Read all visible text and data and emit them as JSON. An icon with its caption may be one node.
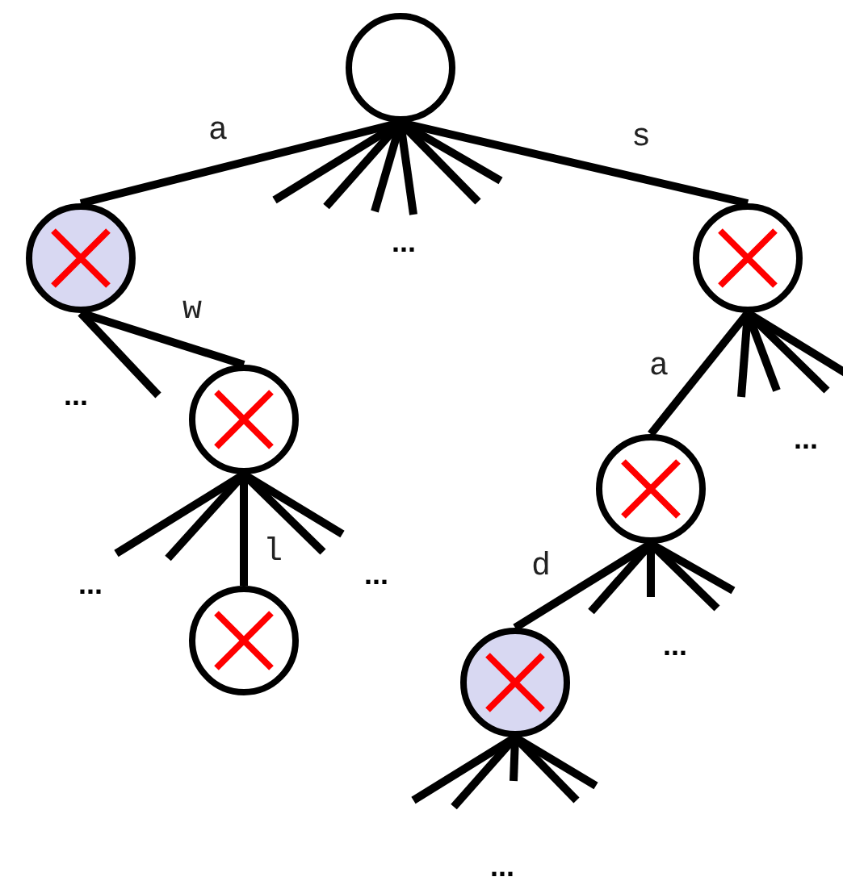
{
  "diagram": {
    "nodes": [
      {
        "text": [],
        "shape": "circle"
      },
      {
        "text": [],
        "shape": "circle"
      },
      {
        "text": [],
        "shape": "circle"
      },
      {
        "text": [],
        "shape": "circle"
      },
      {
        "text": [],
        "shape": "circle"
      },
      {
        "text": [],
        "shape": "circle"
      },
      {
        "text": [],
        "shape": "circle"
      }
    ],
    "edges": [
      {
        "from": 0,
        "to": 1,
        "arrow": "none",
        "label": "a"
      },
      {
        "from": 0,
        "to": 4,
        "arrow": "none",
        "label": "s"
      },
      {
        "from": 1,
        "to": 2,
        "arrow": "none",
        "label": "w"
      },
      {
        "from": 2,
        "to": 3,
        "arrow": "none",
        "label": "l"
      },
      {
        "from": 4,
        "to": 5,
        "arrow": "none",
        "label": "a"
      },
      {
        "from": 5,
        "to": 6,
        "arrow": "none",
        "label": "d"
      },
      {
        "from": 0,
        "to": null,
        "arrow": "none"
      },
      {
        "from": 0,
        "to": null,
        "arrow": "none"
      },
      {
        "from": 0,
        "to": null,
        "arrow": "none"
      },
      {
        "from": 0,
        "to": null,
        "arrow": "none"
      },
      {
        "from": 0,
        "to": null,
        "arrow": "none"
      },
      {
        "from": 0,
        "to": null,
        "arrow": "none"
      },
      {
        "from": 1,
        "to": null,
        "arrow": "none"
      },
      {
        "from": 2,
        "to": null,
        "arrow": "none"
      },
      {
        "from": 2,
        "to": null,
        "arrow": "none"
      },
      {
        "from": 2,
        "to": null,
        "arrow": "none"
      },
      {
        "from": 2,
        "to": null,
        "arrow": "none"
      },
      {
        "from": 4,
        "to": null,
        "arrow": "none"
      },
      {
        "from": 4,
        "to": null,
        "arrow": "none"
      },
      {
        "from": 4,
        "to": null,
        "arrow": "none"
      },
      {
        "from": 4,
        "to": null,
        "arrow": "none"
      },
      {
        "from": 5,
        "to": null,
        "arrow": "none"
      },
      {
        "from": 5,
        "to": null,
        "arrow": "none"
      },
      {
        "from": 5,
        "to": null,
        "arrow": "none"
      },
      {
        "from": 5,
        "to": null,
        "arrow": "none"
      },
      {
        "from": 6,
        "to": null,
        "arrow": "none"
      },
      {
        "from": 6,
        "to": null,
        "arrow": "none"
      },
      {
        "from": 6,
        "to": null,
        "arrow": "none"
      },
      {
        "from": 6,
        "to": null,
        "arrow": "none"
      },
      {
        "from": 6,
        "to": null,
        "arrow": "none"
      }
    ],
    "labels": [
      "...",
      "...",
      "...",
      "...",
      "...",
      "...",
      "..."
    ]
  }
}
